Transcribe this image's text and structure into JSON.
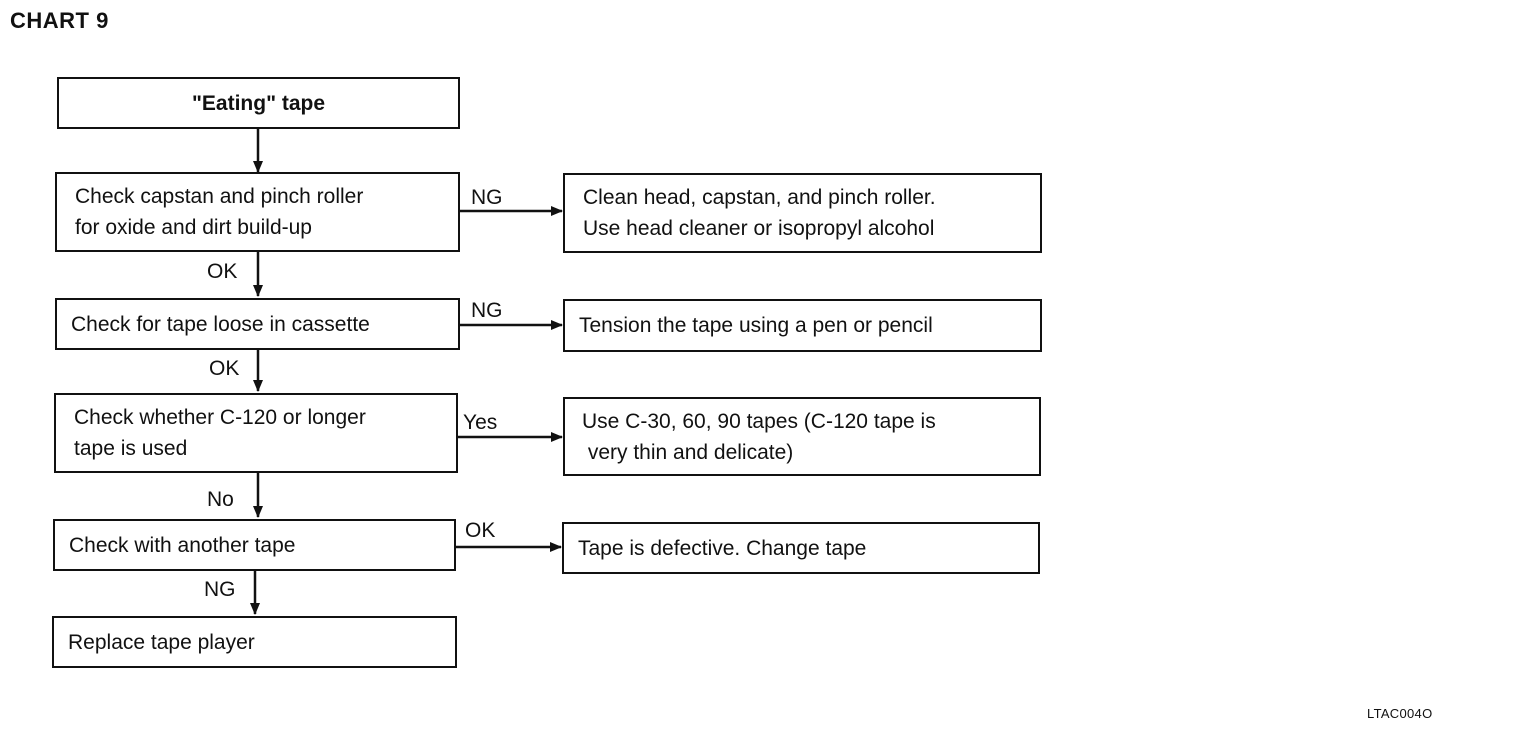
{
  "title": "CHART 9",
  "nodes": {
    "start": "\"Eating\" tape",
    "check_capstan": "Check capstan and pinch roller\nfor oxide and dirt build-up",
    "clean_head": "Clean head, capstan, and pinch roller.\nUse head cleaner or isopropyl alcohol",
    "check_loose": "Check for tape loose in cassette",
    "tension": "Tension the tape using a pen or pencil",
    "check_c120": "Check whether C-120 or longer\ntape is used",
    "use_short": "Use C-30, 60, 90 tapes (C-120 tape is\n very thin and delicate)",
    "check_another": "Check with another tape",
    "defective": "Tape is defective. Change tape",
    "replace": "Replace tape player"
  },
  "edges": {
    "capstan_ng": "NG",
    "capstan_ok": "OK",
    "loose_ng": "NG",
    "loose_ok": "OK",
    "c120_yes": "Yes",
    "c120_no": "No",
    "another_ok": "OK",
    "another_ng": "NG"
  },
  "figure_code": "LTAC004O"
}
